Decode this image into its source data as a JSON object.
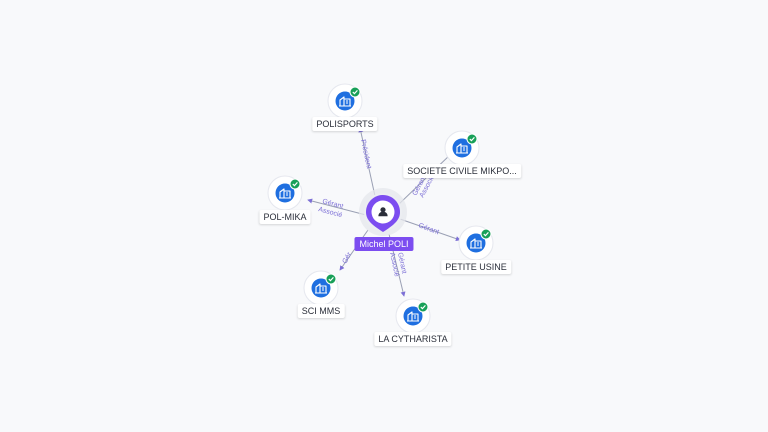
{
  "center": {
    "name": "Michel POLI",
    "icon": "person-icon"
  },
  "colors": {
    "accent": "#7c4df0",
    "company": "#1f6fe0",
    "verified": "#18a058",
    "edge": "#9aa0b4",
    "edge_text": "#7c6fd6"
  },
  "nodes": [
    {
      "id": "polisports",
      "label": "POLISPORTS",
      "icon": "building-icon",
      "verified": true,
      "relations": [
        "Président"
      ]
    },
    {
      "id": "societe-civile",
      "label": "SOCIETE CIVILE MIKPO...",
      "icon": "building-icon",
      "verified": true,
      "relations": [
        "Gérant",
        "Associé"
      ]
    },
    {
      "id": "pol-mika",
      "label": "POL-MIKA",
      "icon": "building-icon",
      "verified": true,
      "relations": [
        "Gérant",
        "Associé"
      ]
    },
    {
      "id": "petite-usine",
      "label": "PETITE USINE",
      "icon": "building-icon",
      "verified": true,
      "relations": [
        "Gérant"
      ]
    },
    {
      "id": "sci-mms",
      "label": "SCI MMS",
      "icon": "building-icon",
      "verified": true,
      "relations": [
        "Gér"
      ]
    },
    {
      "id": "la-cytharista",
      "label": "LA CYTHARISTA",
      "icon": "building-icon",
      "verified": true,
      "relations": [
        "Gérant",
        "Associé"
      ]
    }
  ]
}
